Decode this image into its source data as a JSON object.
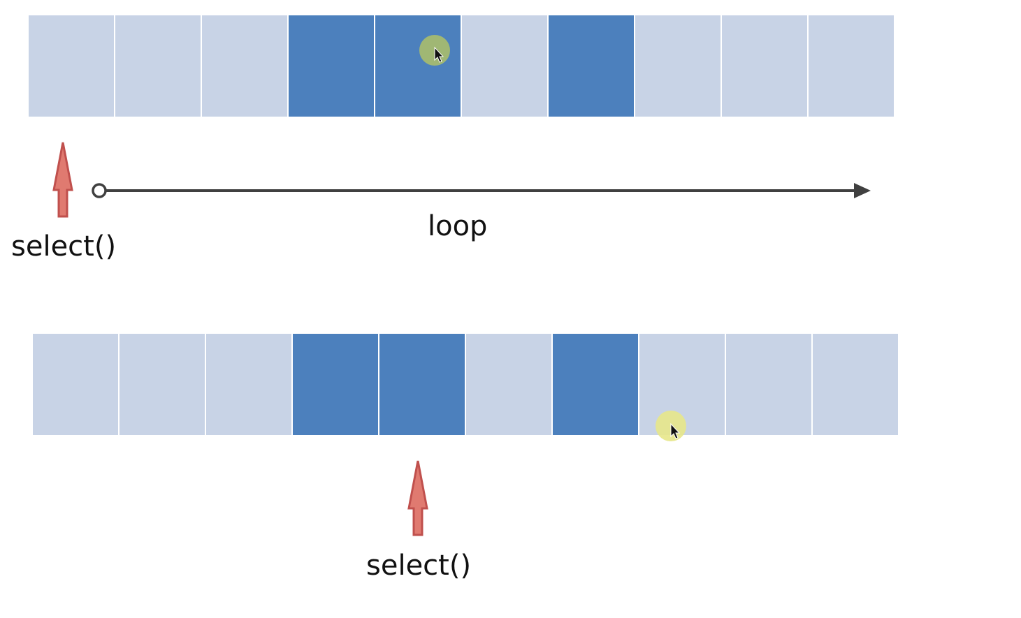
{
  "diagram": {
    "top_buffer": {
      "cells": [
        "empty",
        "empty",
        "empty",
        "filled",
        "filled",
        "empty",
        "filled",
        "empty",
        "empty",
        "empty"
      ]
    },
    "bottom_buffer": {
      "cells": [
        "empty",
        "empty",
        "empty",
        "filled",
        "filled",
        "empty",
        "filled",
        "empty",
        "empty",
        "empty"
      ]
    },
    "select_label_top": "select()",
    "loop_label": "loop",
    "select_label_bottom": "select()",
    "colors": {
      "empty_cell": "#c8d3e6",
      "filled_cell": "#4c80bd",
      "pointer_arrow_fill": "#e07a70",
      "pointer_arrow_stroke": "#c0504d",
      "timeline": "#404040",
      "cursor_highlight_top": "#aabd6b",
      "cursor_highlight_bottom": "#e7e78a"
    },
    "icons": [
      "pointer-arrow-icon",
      "timeline-arrow-icon",
      "mouse-cursor-icon"
    ]
  }
}
